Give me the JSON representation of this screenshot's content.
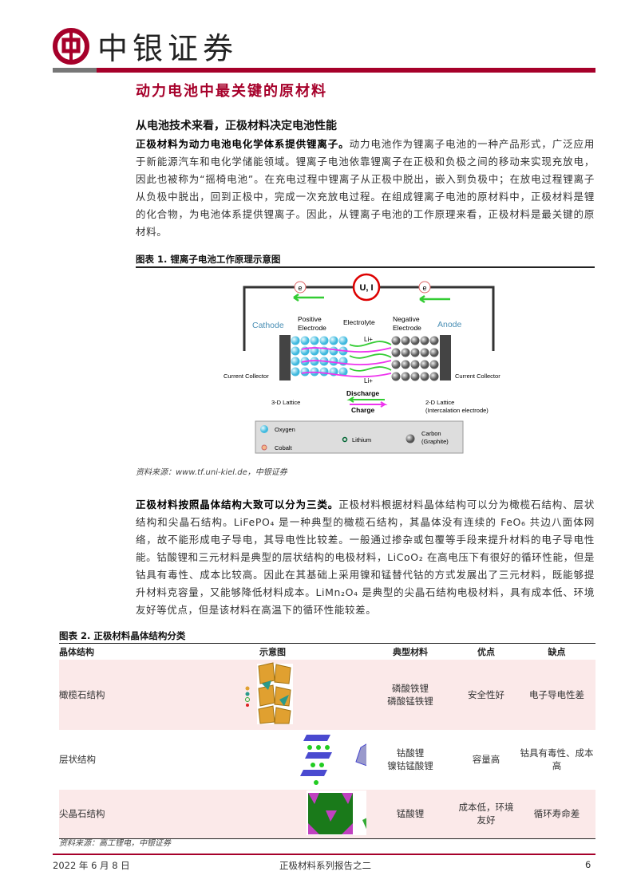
{
  "header": {
    "logo_text": "中银证券",
    "brand_color": "#a6002a"
  },
  "title": "动力电池中最关键的原材料",
  "subheading": "从电池技术来看，正极材料决定电池性能",
  "para1": {
    "bold": "正极材料为动力电池电化学体系提供锂离子。",
    "text": "动力电池作为锂离子电池的一种产品形式，广泛应用于新能源汽车和电化学储能领域。锂离子电池依靠锂离子在正极和负极之间的移动来实现充放电，因此也被称为“摇椅电池”。在充电过程中锂离子从正极中脱出，嵌入到负极中；在放电过程锂离子从负极中脱出，回到正极中，完成一次充放电过程。在组成锂离子电池的原材料中，正极材料是锂的化合物，为电池体系提供锂离子。因此，从锂离子电池的工作原理来看，正极材料是最关键的原材料。"
  },
  "figure1": {
    "caption": "图表 1. 锂离子电池工作原理示意图",
    "labels": {
      "meter": "U, I",
      "electron": "e",
      "cathode": "Cathode",
      "anode": "Anode",
      "positive": "Positive",
      "positive2": "Electrode",
      "electrolyte": "Electrolyte",
      "negative": "Negative",
      "negative2": "Electrode",
      "collector_left": "Current Collector",
      "collector_right": "Current Collector",
      "li": "Li+",
      "lattice3d": "3-D Lattice",
      "lattice2d": "2-D Lattice",
      "lattice2d_sub": "(Intercalation electrode)",
      "discharge": "Discharge",
      "charge": "Charge"
    },
    "legend": {
      "oxygen": "Oxygen",
      "cobalt": "Cobalt",
      "lithium": "Lithium",
      "carbon": "Carbon",
      "carbon_sub": "(Graphite)"
    },
    "source": "资料来源：www.tf.uni-kiel.de，中银证券"
  },
  "para2": {
    "bold": "正极材料按照晶体结构大致可以分为三类。",
    "text": "正极材料根据材料晶体结构可以分为橄榄石结构、层状结构和尖晶石结构。LiFePO₄ 是一种典型的橄榄石结构，其晶体没有连续的 FeO₆ 共边八面体网络，故不能形成电子导电，其导电性比较差。一般通过掺杂或包覆等手段来提升材料的电子导电性能。钴酸锂和三元材料是典型的层状结构的电极材料，LiCoO₂ 在高电压下有很好的循环性能，但是钴具有毒性、成本比较高。因此在其基础上采用镍和锰替代钴的方式发展出了三元材料，既能够提升材料克容量，又能够降低材料成本。LiMn₂O₄ 是典型的尖晶石结构电极材料，具有成本低、环境友好等优点，但是该材料在高温下的循环性能较差。"
  },
  "figure2": {
    "caption": "图表 2. 正极材料晶体结构分类",
    "headers": [
      "晶体结构",
      "示意图",
      "典型材料",
      "优点",
      "缺点"
    ],
    "rows": [
      {
        "structure": "橄榄石结构",
        "materials": [
          "磷酸铁锂",
          "磷酸锰铁锂"
        ],
        "pro": "安全性好",
        "con": "电子导电性差"
      },
      {
        "structure": "层状结构",
        "materials": [
          "钴酸锂",
          "镍钴锰酸锂"
        ],
        "pro": "容量高",
        "con": "钴具有毒性、成本高"
      },
      {
        "structure": "尖晶石结构",
        "materials": [
          "锰酸锂"
        ],
        "pro": "成本低，环境友好",
        "con": "循环寿命差"
      }
    ],
    "source": "资料来源：高工锂电，中银证券"
  },
  "footer": {
    "date": "2022 年 6 月 8 日",
    "report": "正极材料系列报告之二",
    "page": "6"
  }
}
